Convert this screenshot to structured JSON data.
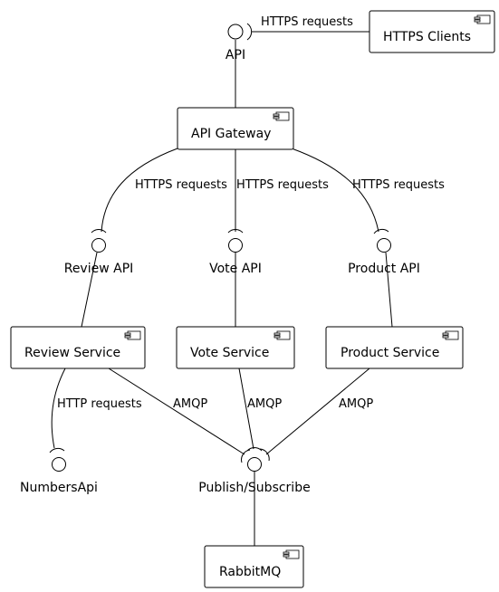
{
  "components": {
    "https_clients": "HTTPS Clients",
    "api_gateway": "API Gateway",
    "review_service": "Review Service",
    "vote_service": "Vote Service",
    "product_service": "Product Service",
    "rabbitmq": "RabbitMQ"
  },
  "interfaces": {
    "api": "API",
    "review_api": "Review API",
    "vote_api": "Vote API",
    "product_api": "Product API",
    "numbers_api": "NumbersApi",
    "pubsub": "Publish/Subscribe"
  },
  "edges": {
    "clients_to_api": "HTTPS requests",
    "gw_to_review": "HTTPS requests",
    "gw_to_vote": "HTTPS requests",
    "gw_to_product": "HTTPS requests",
    "review_to_numbers": "HTTP requests",
    "review_to_pubsub": "AMQP",
    "vote_to_pubsub": "AMQP",
    "product_to_pubsub": "AMQP"
  },
  "icons": {
    "component": "uml-component-icon",
    "interface": "lollipop-interface-icon",
    "required": "socket-icon"
  },
  "colors": {
    "stroke": "#000000",
    "fill": "#ffffff"
  }
}
